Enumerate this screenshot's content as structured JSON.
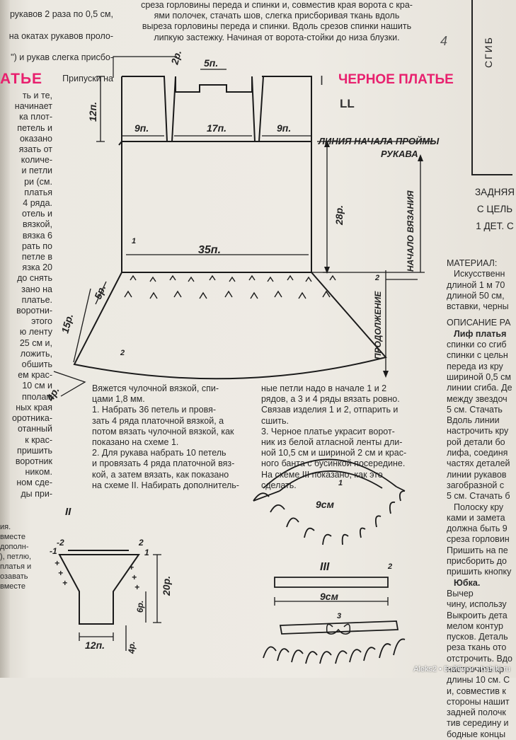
{
  "left_column": {
    "top_lines": [
      "рукавов 2 раза по 0,5 см,",
      "на окатах рукавов проло-",
      "\") и рукав слегка присбо-",
      "Припуски на"
    ],
    "title": "АТЬЕ",
    "lines": [
      "ть и те,",
      "начинает",
      "ка плот-",
      "петель и",
      "оказано",
      "язать от",
      "количе-",
      "и петли",
      "ри (см.",
      "платья",
      "4 ряда.",
      "отель и",
      "вязкой,",
      "вязка 6",
      "рать по",
      "петле в",
      "язка 20",
      "до снять",
      "зано на",
      "платье.",
      "воротни-",
      "этого",
      "ю ленту",
      "25 см и,",
      "ложить,",
      "обшить",
      "ем крас-",
      "10 см и",
      "пполам",
      "ных края",
      "оротника-",
      "отанный",
      "к крас-",
      "пришить",
      "воротник",
      "ником.",
      "ном сде-",
      "ды при-"
    ],
    "bottom_lines": [
      "ия.",
      "вместе",
      "дополн-",
      "), петлю,",
      "платья и",
      "озавать",
      "вместе"
    ]
  },
  "top_center": {
    "text": "среза горловины переда и спинки и, совместив края ворота с кра-\nями полочек, стачать шов, слегка присборивая ткань вдоль\nвыреза горловины переда и спинки. Вдоль срезов спинки нашить\nлипкую застежку. Начиная от ворота-стойки до низа блузки."
  },
  "headline": {
    "title": "ЧЕРНОЕ ПЛАТЬЕ",
    "subtitle": "LL",
    "scheme_roman": "I"
  },
  "right_column": {
    "fold_label": "СГИБ",
    "pencil_mark": "4",
    "back_title_lines": [
      "ЗАДНЯЯ",
      "С ЦЕЛЬ",
      "1 ДЕТ. С"
    ],
    "material_heading": "МАТЕРИАЛ:",
    "material_lines": [
      "Искусственн",
      "длиной 1 м 70",
      "длиной 50 см,",
      "вставки, черны"
    ],
    "description_heading": "ОПИСАНИЕ РА",
    "bodice_heading": "Лиф платья",
    "bodice_lines": [
      "спинки со сгиб",
      "спинки с цельн",
      "переда из кру",
      "шириной 0,5 см",
      "линии сгиба. Де",
      "между звездоч",
      "5 см. Стачать",
      "Вдоль линии",
      "настрочить кру",
      "рой детали бо",
      "лифа, соединя",
      "частях деталей",
      "линии рукавов",
      "загобразной с",
      "5 см. Стачать б",
      "Полоску кру",
      "ками и замета",
      "должна быть 9",
      "среза горловин",
      "Пришить на пе",
      "присборить до",
      "пришить кнопку"
    ],
    "skirt_heading": "Юбка.",
    "skirt_lines": [
      "Вычер",
      "чину, использу",
      "Выкроить дета",
      "мелом контур",
      "пусков. Деталь",
      "реза ткань ото",
      "отстрочить. Вдо",
      "настрочить кр",
      "длины 10 см. С",
      "и, совместив к",
      "стороны нашит",
      "задней полочк",
      "тив середину и",
      "бодные концы"
    ]
  },
  "scheme1": {
    "labels": {
      "r2": "2р.",
      "p5": "5п.",
      "p12": "12п.",
      "p9a": "9п.",
      "p17": "17п.",
      "p9b": "9п.",
      "armhole": "ЛИНИЯ НАЧАЛА ПРОЙМЫ",
      "sleeve": "РУКАВА",
      "r28": "28р.",
      "start": "НАЧАЛО ВЯЗАНИЯ",
      "p35": "35п.",
      "part1": "1",
      "part2a": "2",
      "part2b": "2",
      "r5": "5р.",
      "r15": "15р.",
      "r4": "4р.",
      "cont": "ПРОДОЛЖЕНИЕ"
    }
  },
  "body_text": {
    "col1": "Вяжется чулочной вязкой, спи-\nцами 1,8 мм.\n   1. Набрать 36 петель и провя-\nзать 4 ряда платочной вязкой, а\nпотом вязать чулочной вязкой, как\nпоказано на схеме 1.\n   2. Для рукава набрать 10 петель\nи провязать 4 ряда платочной вяз-\nкой, а затем вязать, как показано\nна схеме II. Набирать дополнитель-",
    "col2": "ные петли надо в начале 1 и 2\nрядов, а 3 и 4 ряды вязать ровно.\nСвязав изделия 1 и 2, отпарить и\nсшить.\n   3. Черное платье украсит ворот-\nник из белой атласной ленты дли-\nной 10,5 см и шириной 2 см и крас-\nного банта с бусинкой посередине.\n   На схеме III показано, как это\nсделать."
  },
  "scheme2": {
    "roman": "II",
    "labels": {
      "m2a": "-2",
      "m1a": "-1",
      "m2b": "2",
      "m1b": "1",
      "plus": "+",
      "r20": "20р.",
      "r6": "6р.",
      "p12": "12п.",
      "r4": "4р."
    }
  },
  "scheme3": {
    "roman": "III",
    "labels": {
      "n1": "1",
      "cm9a": "9см",
      "n2": "2",
      "cm9b": "9см",
      "n3": "3"
    }
  },
  "watermark": "Aleks2 • Бэйбики • babiki.ru"
}
